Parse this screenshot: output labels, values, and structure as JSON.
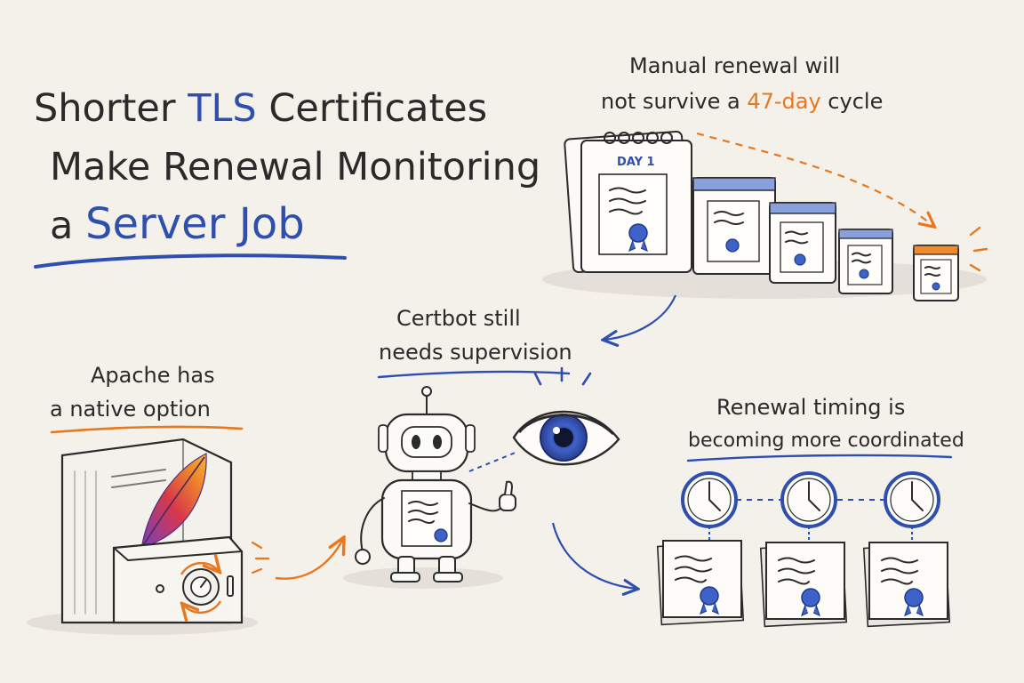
{
  "title": {
    "line1_pre": "Shorter ",
    "line1_accent": "TLS",
    "line1_post": " Certificates",
    "line2": "Make Renewal Monitoring",
    "line3_pre": "a ",
    "line3_accent": "Server Job"
  },
  "callouts": {
    "manual": {
      "line1": "Manual renewal will",
      "line2_pre": "not survive a ",
      "line2_accent": "47-day",
      "line2_post": " cycle"
    },
    "calendar_label": "DAY 1",
    "certbot": {
      "line1": "Certbot still",
      "line2": "needs supervision"
    },
    "apache": {
      "line1": "Apache has",
      "line2": "a native option"
    },
    "timing": {
      "line1": "Renewal timing is",
      "line2": "becoming more coordinated"
    }
  },
  "colors": {
    "blue": "#2f4fae",
    "orange": "#e8771e",
    "ink": "#2a2a2a",
    "paper": "#f4f1ea"
  }
}
